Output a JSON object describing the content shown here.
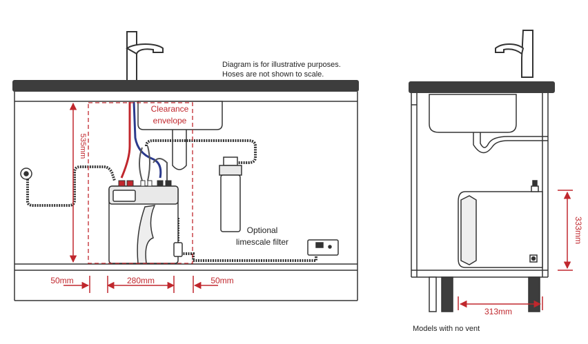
{
  "notes": {
    "line1": "Diagram is for illustrative purposes.",
    "line2": "Hoses are not shown to scale."
  },
  "labels": {
    "clearance_line1": "Clearance",
    "clearance_line2": "envelope",
    "filter_line1": "Optional",
    "filter_line2": "limescale filter",
    "height_front": "535mm",
    "height_side": "333mm",
    "gap_left": "50mm",
    "width_unit": "280mm",
    "gap_right": "50mm",
    "depth_side": "313mm",
    "caption_side": "Models with no vent"
  },
  "colors": {
    "dimension": "#c0272d",
    "outline": "#333333",
    "worktop": "#3d3d3d",
    "hot_hose": "#c0272d",
    "cold_hose": "#2b3a8c"
  }
}
